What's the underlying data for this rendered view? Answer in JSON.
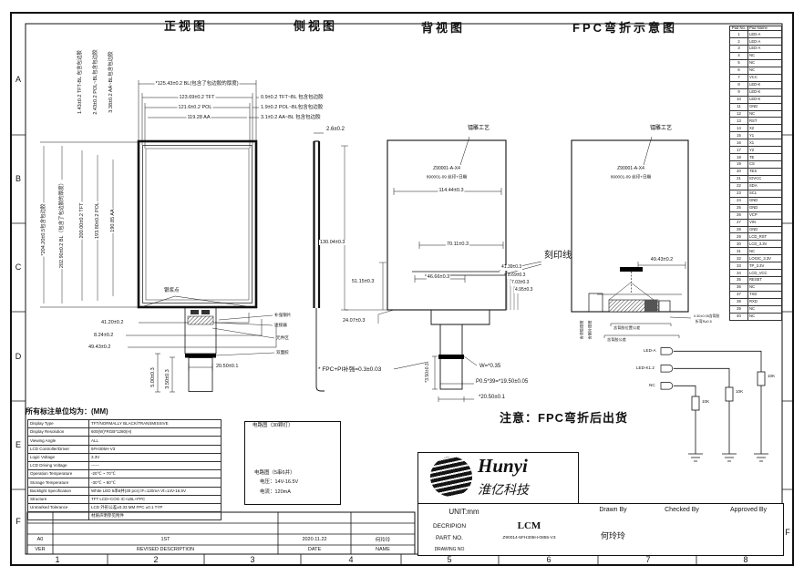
{
  "view_titles": {
    "front": "正视图",
    "side": "侧视图",
    "back": "背视图",
    "fpc": "FPC弯折示意图"
  },
  "frame": {
    "zones_bottom": [
      "1",
      "2",
      "3",
      "4",
      "5",
      "6",
      "7",
      "8"
    ],
    "zones_left": [
      "A",
      "B",
      "C",
      "D",
      "E",
      "F"
    ],
    "zone_right": "F"
  },
  "front": {
    "top_dims": [
      "*125.43±0.2 BL(包含了包边胶的厚度)",
      "123.69±0.2 TFT",
      "121.6±0.2 POL",
      "119.28 AA"
    ],
    "right_dims": [
      "0.9±0.2 TFT~BL 包含包边胶",
      "1.9±0.2 POL~BL包含包边胶",
      "3.1±0.2 AA~BL 包含包边胶"
    ],
    "rot_dims": [
      "1.43±0.2 TFT-BL 包含包边胶",
      "2.43±0.2 POL~BL包含包边胶",
      "3.38±0.2 AA~BL包含包边胶"
    ],
    "height_dims": [
      "*204.20±0.5包含包边胶",
      "202.90±0.2 BL（包含了包边胶的厚度）",
      "200.00±0.2 TFT",
      "193.80±0.2 POL",
      "190.85 AA"
    ],
    "bottom_dims": [
      "41.20±0.2",
      "8.24±0.2",
      "49.43±0.2",
      "20.50±0.1"
    ],
    "vert_dims": [
      "5.00±0.3",
      "3.50±0.3"
    ],
    "silver_label": "银浆点",
    "part_labels": [
      "补强钢片",
      "连接器",
      "元件区",
      "双面胶"
    ]
  },
  "side": {
    "thickness": "2.6±0.2"
  },
  "back": {
    "laser": "镭雕工艺",
    "mark1": "Z90001-A-X4",
    "mark2": "890001-09 丝印+日期",
    "engrave_line": "刻印线",
    "dims": {
      "w": "114.44±0.3",
      "h": "130.04±0.3",
      "d1": "70.11±0.3",
      "d2": "46.66±0.3",
      "d3": "51.15±0.3",
      "d4": "24.07±0.3",
      "r1": "41.39±0.3",
      "r2": "8.69±0.3",
      "r3": "7.03±0.3",
      "r4": "4.95±0.3"
    },
    "fpc_note": "* FPC+PI补强=0.3±0.03",
    "fpc_dims": {
      "v": "*3.50±0.3",
      "w": "W=*0.35",
      "pitch": "P0.5*39=*19.50±0.05",
      "total": "*20.50±0.1"
    }
  },
  "fpc_view": {
    "laser": "镭雕工艺",
    "mark1": "Z90001-A-X4",
    "mark2": "890001-09 丝印+日期",
    "dim": "49.43±0.2",
    "small1": "含背胶位置公差",
    "small2": "含背胶公差",
    "rot1": "含背胶厚度",
    "rot2": "含钢片厚度",
    "note1": "0.30±0.05含背胶",
    "note2": "折弯R≥0.5",
    "circuit": {
      "c1": "LED-A",
      "c2": "LED-K1.2",
      "c3": "NC",
      "r1": "10K",
      "r2": "10K",
      "r3": "10K"
    }
  },
  "note": "注意：FPC弯折后出货",
  "units_note": "所有标注单位均为：(MM)",
  "spec_table": {
    "rows": [
      {
        "label": "Display Type",
        "value": "TFT/NORMALLY BLACK/TRANSMISSIVE"
      },
      {
        "label": "Display Resolution",
        "value": "600(W)*RGB*1280(H)"
      },
      {
        "label": "Viewing Angle",
        "value": "ALL"
      },
      {
        "label": "LCD Controller/Driver",
        "value": "5FH305H-V3"
      },
      {
        "label": "Logic Voltage",
        "value": "3.3V"
      },
      {
        "label": "LCD Driving Voltage",
        "value": "------"
      },
      {
        "label": "Operation Temperature",
        "value": "-20℃ ~ 70℃"
      },
      {
        "label": "Storage Temperature",
        "value": "-30℃ ~ 80℃"
      },
      {
        "label": "Backlight Specification",
        "value": "White LED 5串6并(30 pcs) IF=120mA Vf=14V-16.5V"
      },
      {
        "label": "Structure",
        "value": "TFT LCD+COG IC+LBL+FPC"
      },
      {
        "label": "Unmarked Tolerance",
        "value": "LCD 外形公差±0.33 MM FPC ±0.1 TYP"
      },
      {
        "label": "",
        "value": "材质声明参见附件"
      }
    ]
  },
  "led_box": {
    "title": "电路图（30颗灯）",
    "subtitle": "电路图（5串6并）",
    "voltage": "电压：14V-16.5V",
    "current": "电流：120mA"
  },
  "pin_table": {
    "no_header": "Pad No.",
    "name_header": "Pad Name",
    "pins": [
      {
        "no": "1",
        "name": "LED-A"
      },
      {
        "no": "2",
        "name": "LED-A"
      },
      {
        "no": "3",
        "name": "LED-A"
      },
      {
        "no": "4",
        "name": "NC"
      },
      {
        "no": "5",
        "name": "NC"
      },
      {
        "no": "6",
        "name": "NC"
      },
      {
        "no": "7",
        "name": "VCC"
      },
      {
        "no": "8",
        "name": "LED-K"
      },
      {
        "no": "9",
        "name": "LED-K"
      },
      {
        "no": "10",
        "name": "LED-K"
      },
      {
        "no": "11",
        "name": "GND"
      },
      {
        "no": "12",
        "name": "NC"
      },
      {
        "no": "13",
        "name": "RST"
      },
      {
        "no": "14",
        "name": "X2"
      },
      {
        "no": "15",
        "name": "Y1"
      },
      {
        "no": "16",
        "name": "X1"
      },
      {
        "no": "17",
        "name": "Y2"
      },
      {
        "no": "18",
        "name": "TE"
      },
      {
        "no": "19",
        "name": "CS"
      },
      {
        "no": "20",
        "name": "TES"
      },
      {
        "no": "21",
        "name": "IOVCC"
      },
      {
        "no": "22",
        "name": "SDA"
      },
      {
        "no": "23",
        "name": "SCL"
      },
      {
        "no": "24",
        "name": "GND"
      },
      {
        "no": "25",
        "name": "GND"
      },
      {
        "no": "26",
        "name": "VCP"
      },
      {
        "no": "27",
        "name": "VIN"
      },
      {
        "no": "28",
        "name": "GND"
      },
      {
        "no": "29",
        "name": "LCD_RST"
      },
      {
        "no": "30",
        "name": "LCD_3.3V"
      },
      {
        "no": "31",
        "name": "NC"
      },
      {
        "no": "32",
        "name": "LOGIC_3.3V"
      },
      {
        "no": "33",
        "name": "TP_3.3V"
      },
      {
        "no": "34",
        "name": "LCD_VCC"
      },
      {
        "no": "35",
        "name": "RESET"
      },
      {
        "no": "36",
        "name": "NC"
      },
      {
        "no": "37",
        "name": "TXD"
      },
      {
        "no": "38",
        "name": "RXD"
      },
      {
        "no": "39",
        "name": "NC"
      },
      {
        "no": "40",
        "name": "NC"
      }
    ]
  },
  "title_block": {
    "brand": "Hunyi",
    "brand_cn": "淮亿科技",
    "unit_label": "UNIT:mm",
    "description_label": "DECRIPION",
    "description": "LCM",
    "part_label": "PART NO.",
    "part_no": "Z90014-5FH305H-0855-V3",
    "drawing_label": "DRAWING NO",
    "drawn_label": "Drawn By",
    "checked_label": "Checked By",
    "approved_label": "Approved By",
    "drawn_name": "何玲玲"
  },
  "revision": {
    "headers": {
      "ver": "VER",
      "desc": "REVISED DESCRIPTION",
      "date": "DATE",
      "name": "NAME"
    },
    "row": {
      "ver": "A0",
      "desc": "1ST",
      "date": "2020.11.22",
      "name": "何玲玲"
    }
  }
}
